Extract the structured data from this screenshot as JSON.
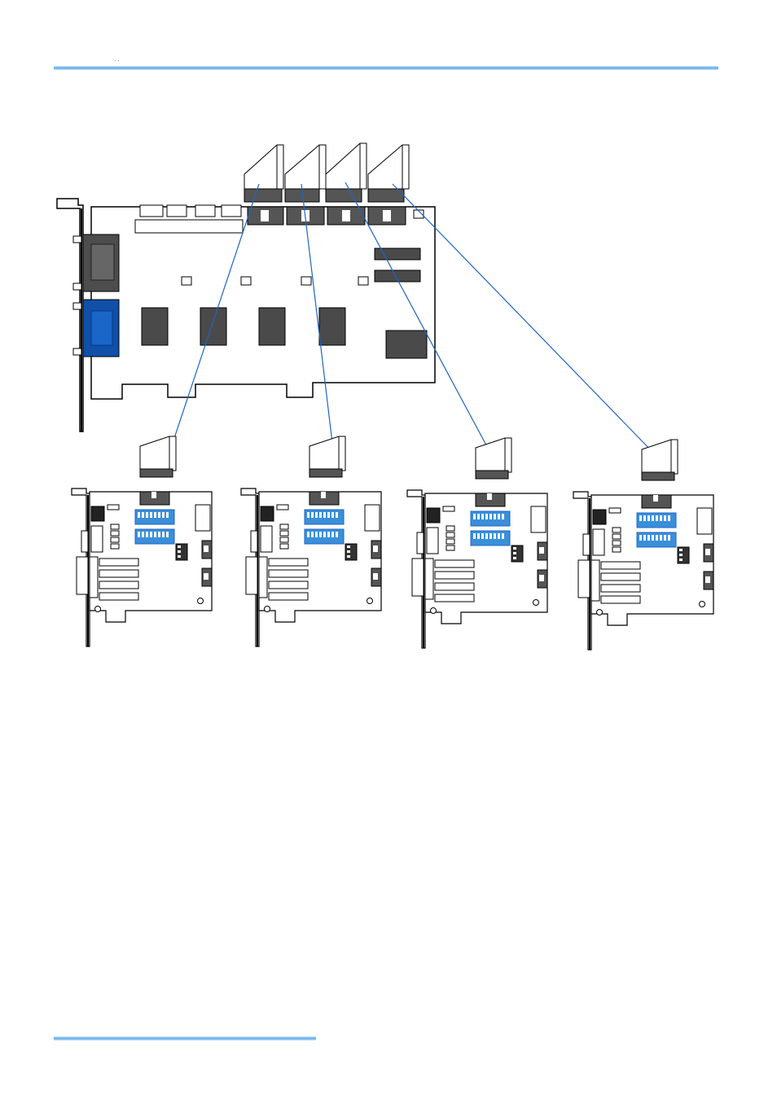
{
  "colors": {
    "rule": "#5aa8ea",
    "connector_line": "#1e64c8",
    "vga_port": "#1050a8",
    "dip_switch": "#3a8fd8",
    "chip": "#4a4a4a",
    "outline": "#000000"
  },
  "header": {
    "marks": ".   ."
  },
  "diagram": {
    "main_card": {
      "cable_headers": 4,
      "chips": 4
    },
    "sub_cards": [
      {
        "index": 1
      },
      {
        "index": 2
      },
      {
        "index": 3
      },
      {
        "index": 4
      }
    ]
  }
}
